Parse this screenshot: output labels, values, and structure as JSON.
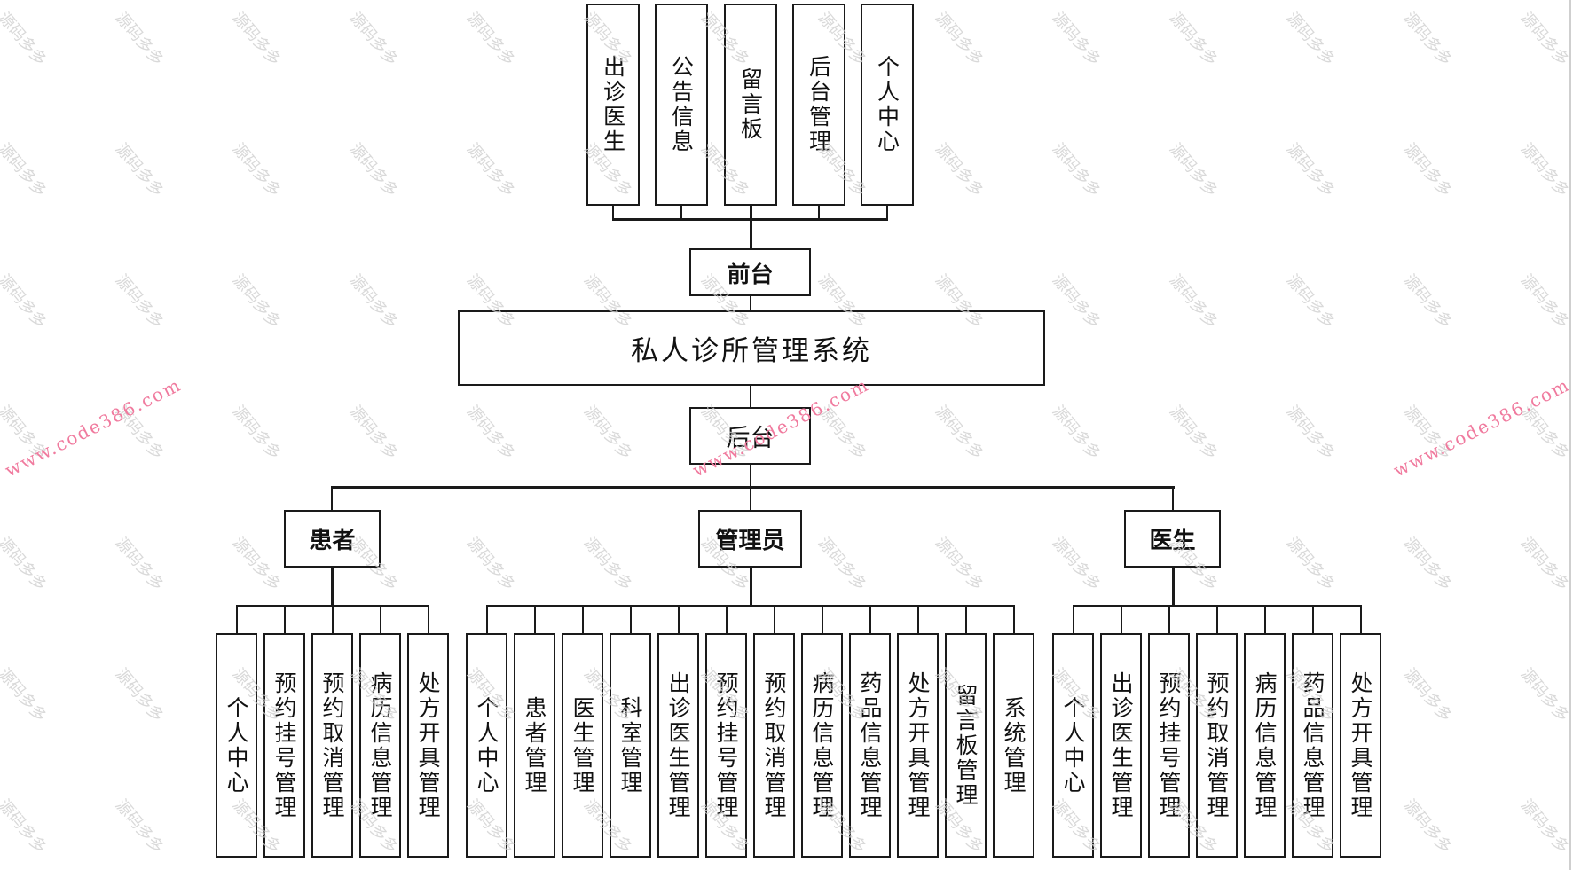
{
  "diagram": {
    "title": "私人诊所管理系统",
    "frontend": {
      "label": "前台",
      "modules": [
        "出诊医生",
        "公告信息",
        "留言板",
        "后台管理",
        "个人中心"
      ]
    },
    "backend": {
      "label": "后台",
      "roles": [
        {
          "label": "患者",
          "modules": [
            "个人中心",
            "预约挂号管理",
            "预约取消管理",
            "病历信息管理",
            "处方开具管理"
          ]
        },
        {
          "label": "管理员",
          "modules": [
            "个人中心",
            "患者管理",
            "医生管理",
            "科室管理",
            "出诊医生管理",
            "预约挂号管理",
            "预约取消管理",
            "病历信息管理",
            "药品信息管理",
            "处方开具管理",
            "留言板管理",
            "系统管理"
          ]
        },
        {
          "label": "医生",
          "modules": [
            "个人中心",
            "出诊医生管理",
            "预约挂号管理",
            "预约取消管理",
            "病历信息管理",
            "药品信息管理",
            "处方开具管理"
          ]
        }
      ]
    }
  },
  "watermark": {
    "text": "源码多多",
    "url": "www.code386.com",
    "url_color": "#f07a9e"
  }
}
